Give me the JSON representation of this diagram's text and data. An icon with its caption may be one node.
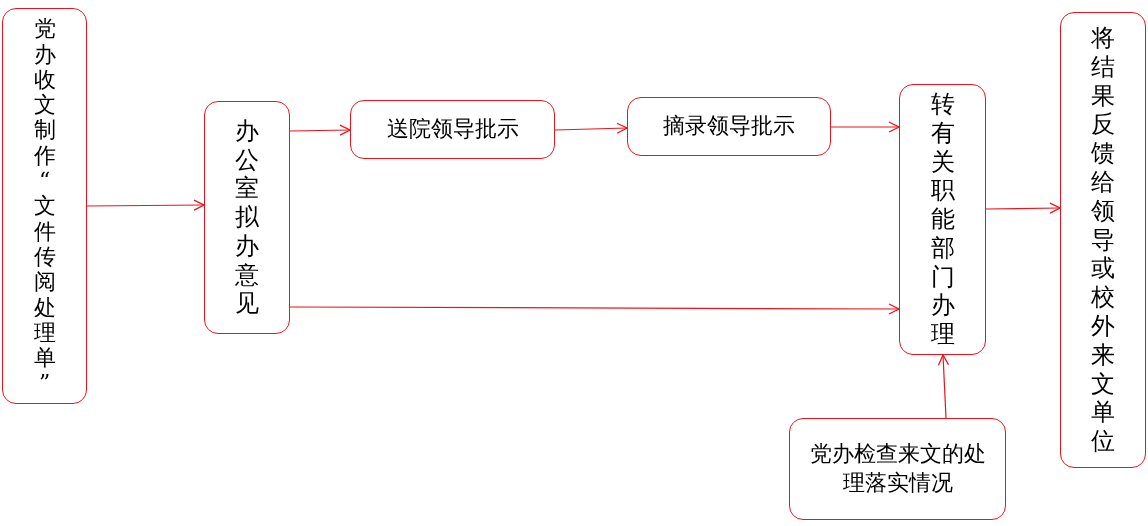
{
  "diagram": {
    "nodes": [
      {
        "text": [
          "党办收文制作“文件传阅处理单”"
        ]
      },
      {
        "text": [
          "办公室拟办意见"
        ]
      },
      {
        "text": [
          "送院领导批示"
        ]
      },
      {
        "text": [
          "摘录领导批示"
        ]
      },
      {
        "text": [
          "转有关职能部门办理"
        ]
      },
      {
        "text": [
          "将结果反馈给领导或校外来文单位"
        ]
      },
      {
        "text": [
          "党办检查来文的处理落实情况"
        ]
      }
    ],
    "edges": [
      {
        "from": 0,
        "to": 1,
        "arrow": "to"
      },
      {
        "from": 1,
        "to": 2,
        "arrow": "to"
      },
      {
        "from": 2,
        "to": 3,
        "arrow": "to"
      },
      {
        "from": 3,
        "to": 4,
        "arrow": "to"
      },
      {
        "from": 1,
        "to": 4,
        "arrow": "to"
      },
      {
        "from": 4,
        "to": 5,
        "arrow": "to"
      },
      {
        "from": 6,
        "to": 4,
        "arrow": "to"
      }
    ]
  }
}
